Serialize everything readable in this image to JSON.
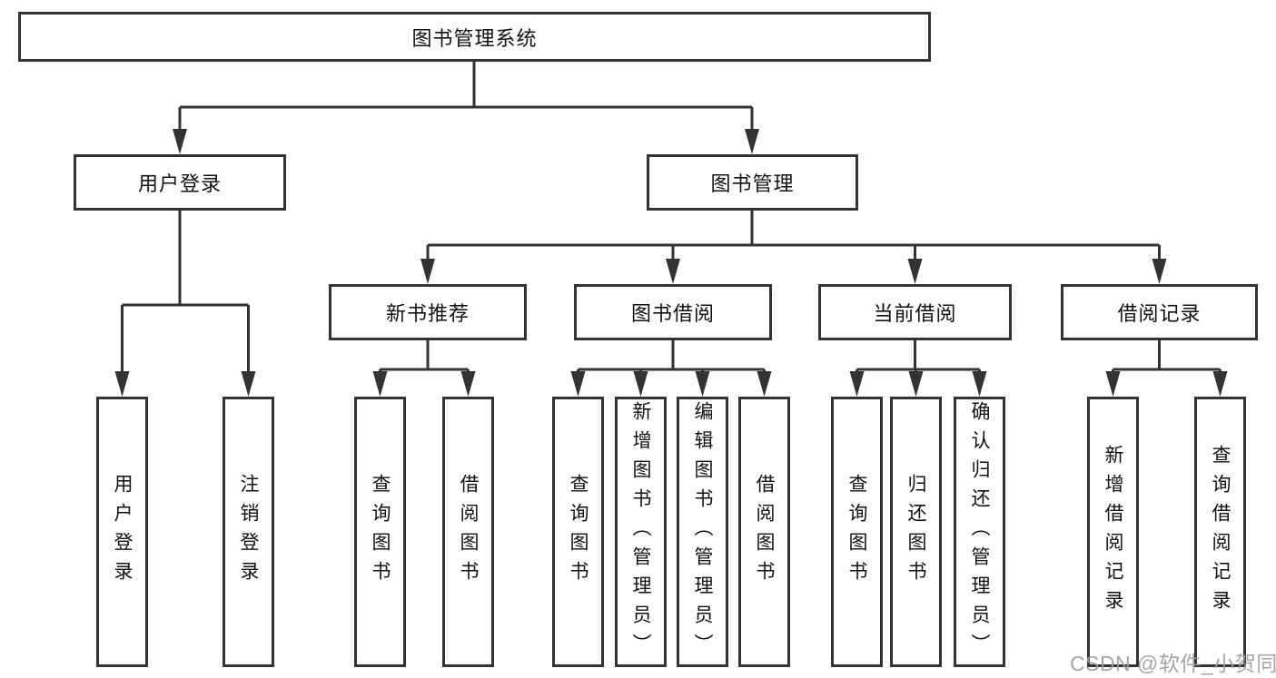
{
  "diagram": {
    "tree": {
      "label": "图书管理系统",
      "children": [
        {
          "label": "用户登录",
          "children": [
            {
              "label": "用户登录"
            },
            {
              "label": "注销登录"
            }
          ]
        },
        {
          "label": "图书管理",
          "children": [
            {
              "label": "新书推荐",
              "children": [
                {
                  "label": "查询图书"
                },
                {
                  "label": "借阅图书"
                }
              ]
            },
            {
              "label": "图书借阅",
              "children": [
                {
                  "label": "查询图书"
                },
                {
                  "label": "新增图书（管理员）"
                },
                {
                  "label": "编辑图书（管理员）"
                },
                {
                  "label": "借阅图书"
                }
              ]
            },
            {
              "label": "当前借阅",
              "children": [
                {
                  "label": "查询图书"
                },
                {
                  "label": "归还图书"
                },
                {
                  "label": "确认归还（管理员）"
                }
              ]
            },
            {
              "label": "借阅记录",
              "children": [
                {
                  "label": "新增借阅记录"
                },
                {
                  "label": "查询借阅记录"
                }
              ]
            }
          ]
        }
      ]
    },
    "colors": {
      "line": "#333333",
      "box_border": "#333333",
      "text": "#111111",
      "background": "#ffffff",
      "watermark": "#9e9e9e"
    }
  },
  "watermark": {
    "text": "CSDN @软件_小贺同学"
  }
}
